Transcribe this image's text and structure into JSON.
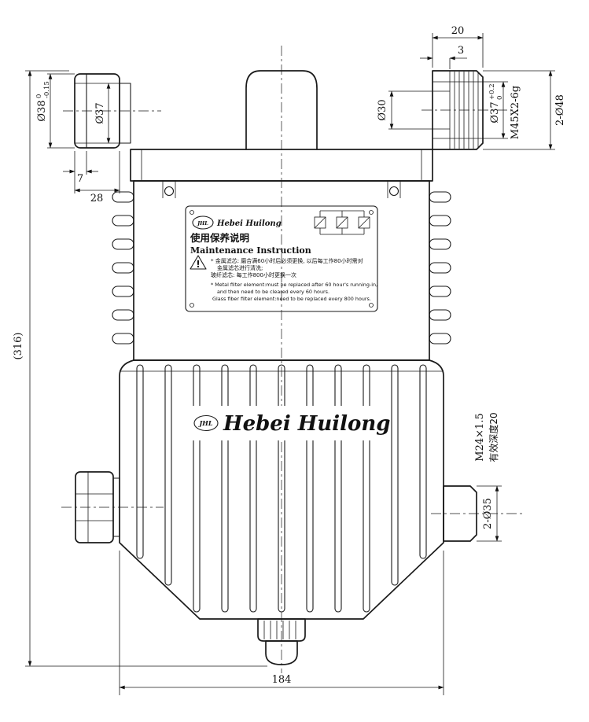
{
  "nameplate": {
    "brand": "Hebei Huilong",
    "logo_mark": "JHL",
    "title_zh": "使用保养说明",
    "title_en": "Maintenance Instruction",
    "warning_mark": "!",
    "zh_lines": [
      "* 金属滤芯: 磨合满60小时后必须更换, 以后每工作80小时需对",
      "金属滤芯进行清洗;",
      "玻纤滤芯: 每工作800小时更换一次"
    ],
    "en_lines": [
      "* Metal filter element:must be replaced after 60 hour's running-in,",
      "and then need to be cleared every 60 hours.",
      "Glass fiber filter element:need to be replaced every 800 hours."
    ]
  },
  "housing_logo": {
    "mark": "JHL",
    "text": "Hebei Huilong"
  },
  "dimensions": {
    "overall_height": "(316)",
    "base_width": "184",
    "top_port_width": "20",
    "top_port_offset": "3",
    "left_port_od": "Ø38",
    "left_port_od_tol_upper": "0",
    "left_port_od_tol_lower": "-0.15",
    "left_port_id": "Ø37",
    "left_port_step": "7",
    "left_port_length": "28",
    "right_port_bore": "Ø30",
    "right_port_pitch_dia": "Ø37",
    "right_port_pitch_tol_upper": "+0.2",
    "right_port_pitch_tol_lower": "0",
    "right_port_thread": "M45X2-6g",
    "right_port_flange": "2-Ø48",
    "side_port_thread": "M24×1.5",
    "side_port_thread_depth": "有效深度20",
    "side_port_dia": "2-Ø35"
  }
}
